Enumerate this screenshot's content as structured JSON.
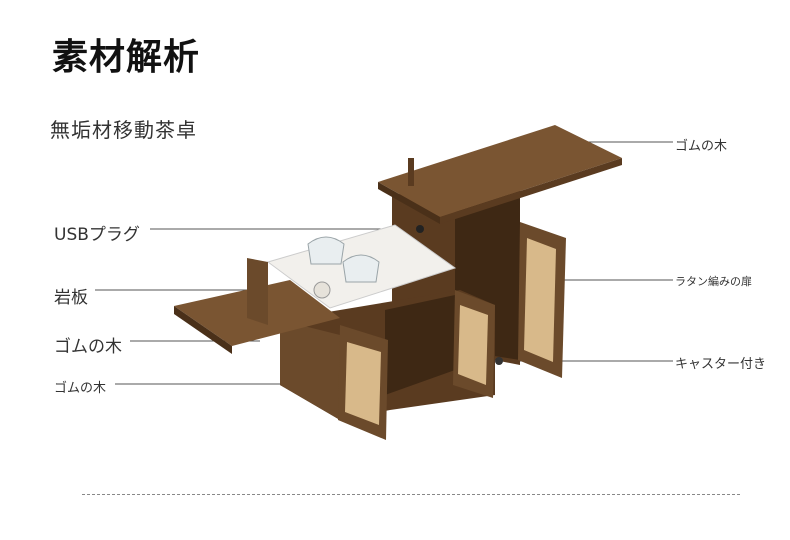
{
  "title": "素材解析",
  "subtitle": "無垢材移動茶卓",
  "labels": {
    "usb": "USBプラグ",
    "stone": "岩板",
    "rubber_wood_1": "ゴムの木",
    "rubber_wood_2": "ゴムの木",
    "rubber_wood_top": "ゴムの木",
    "rattan_door": "ラタン編みの扉",
    "caster": "キャスター付き"
  },
  "colors": {
    "wood": "#6b4a2b",
    "wood_dark": "#4a3019",
    "rattan": "#d8b98a",
    "stone": "#f2f0ec"
  }
}
